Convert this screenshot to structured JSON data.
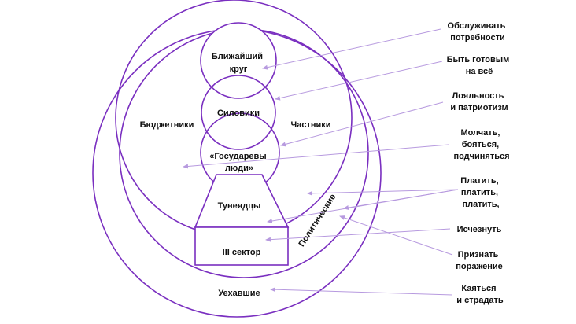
{
  "colors": {
    "stroke": "#7a2fc0",
    "arrow": "#b79adf",
    "text": "#111111"
  },
  "inner": {
    "closest_circle": [
      "Ближайший",
      "круг"
    ],
    "siloviki": "Силовики",
    "gosudarevy": [
      "«Государевы",
      "люди»"
    ],
    "tuneyadtsy": "Тунеядцы",
    "third_sector": "III сектор",
    "budzhetniki": "Бюджетники",
    "chastniki": "Частники",
    "politicheskie": "Политические",
    "uekhavshie": "Уехавшие"
  },
  "right_labels": [
    [
      "Обслуживать",
      "потребности"
    ],
    [
      "Быть готовым",
      "на всё"
    ],
    [
      "Лояльность",
      "и патриотизм"
    ],
    [
      "Молчать,",
      "бояться,",
      "подчиняться"
    ],
    [
      "Платить,",
      "платить,",
      "платить,"
    ],
    [
      "Исчезнуть"
    ],
    [
      "Признать",
      "поражение"
    ],
    [
      "Каяться",
      "и страдать"
    ]
  ]
}
